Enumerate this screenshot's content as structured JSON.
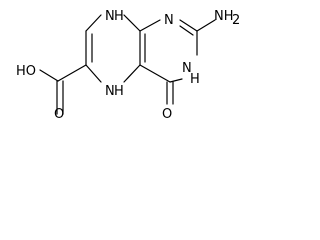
{
  "diagram": {
    "type": "chemical-structure",
    "atoms": {
      "n8": "N",
      "h8": "H",
      "n1": "N",
      "nh2": "NH",
      "nh2_sub": "2",
      "n3": "N",
      "h3": "H",
      "o_carbonyl": "O",
      "n5": "N",
      "h5": "H",
      "o_hydroxyl": "HO",
      "o_acid": "O"
    },
    "colors": {
      "line": "#000000",
      "background": "#ffffff"
    }
  }
}
